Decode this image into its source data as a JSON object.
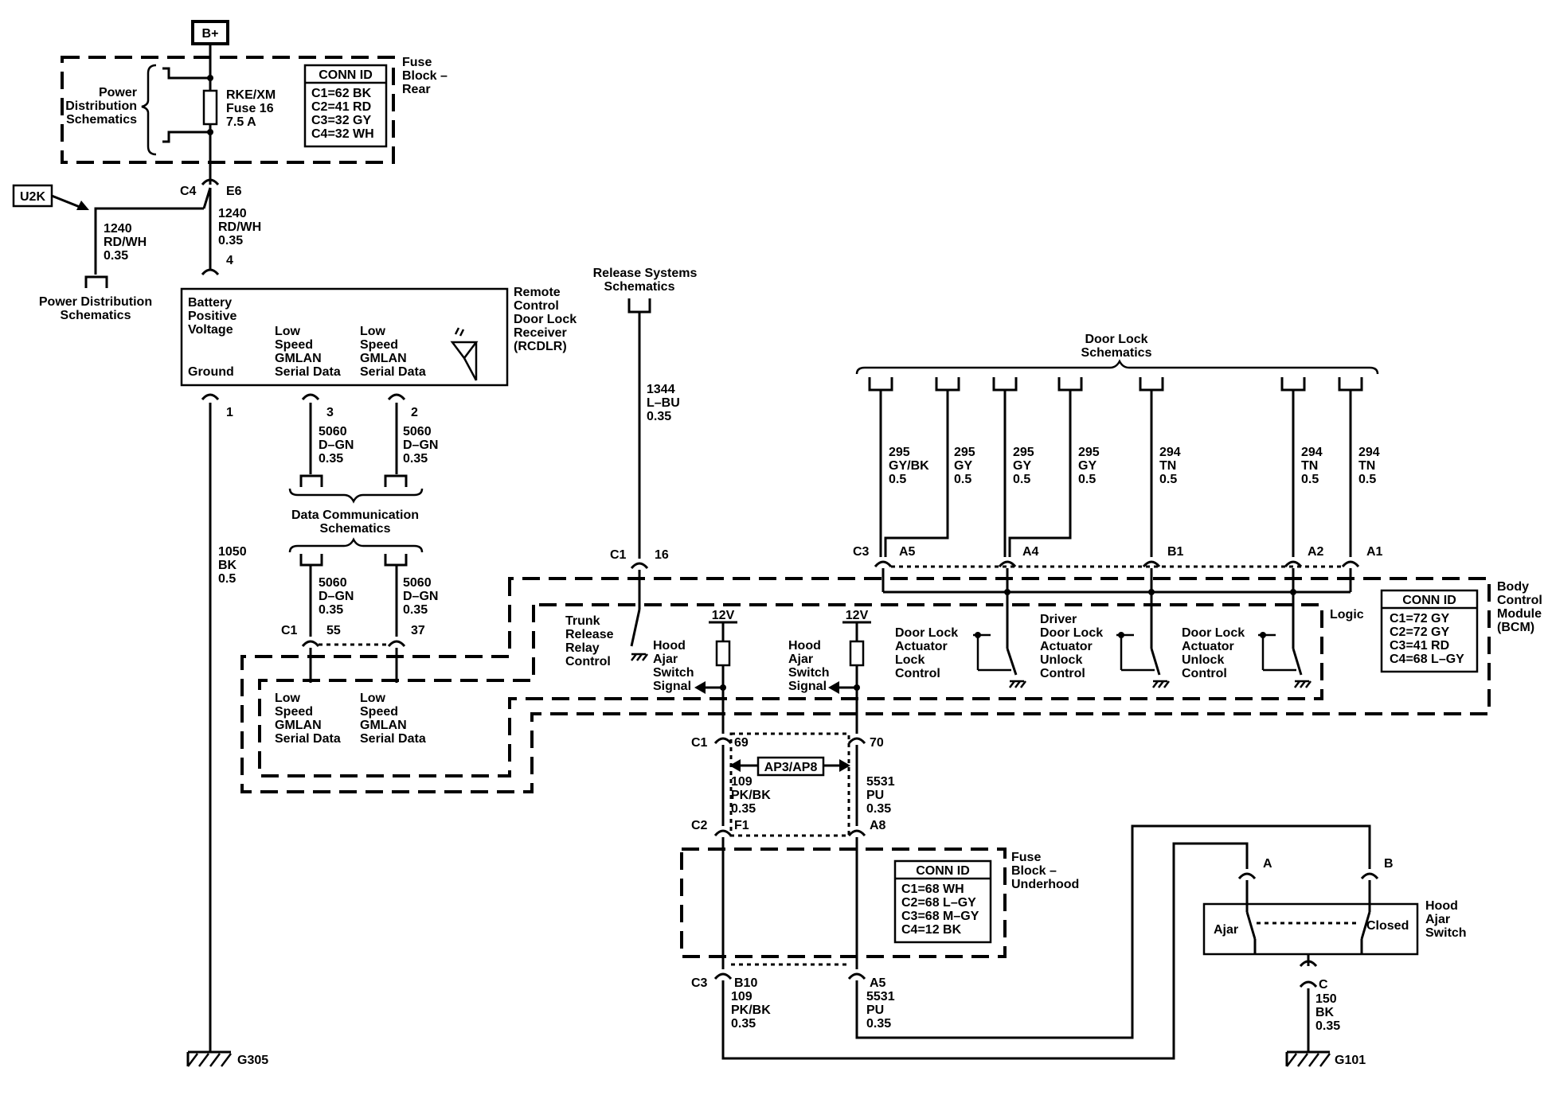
{
  "bplus": "B+",
  "u2k": "U2K",
  "fuse_block_rear": {
    "label": [
      "Fuse",
      "Block –",
      "Rear"
    ],
    "power_dist": [
      "Power",
      "Distribution",
      "Schematics"
    ],
    "fuse": [
      "RKE/XM",
      "Fuse 16",
      "7.5 A"
    ],
    "conn_id_title": "CONN ID",
    "conn_id": [
      "C1=62 BK",
      "C2=41 RD",
      "C3=32 GY",
      "C4=32 WH"
    ]
  },
  "c4_e6": {
    "c": "C4",
    "p": "E6"
  },
  "wire_1240_left": [
    "1240",
    "RD/WH",
    "0.35"
  ],
  "wire_1240_right": [
    "1240",
    "RD/WH",
    "0.35"
  ],
  "power_dist_bottom": [
    "Power Distribution",
    "Schematics"
  ],
  "rcdlr": {
    "pin_top": "4",
    "label": [
      "Remote",
      "Control",
      "Door Lock",
      "Receiver",
      "(RCDLR)"
    ],
    "batt": [
      "Battery",
      "Positive",
      "Voltage"
    ],
    "ground": "Ground",
    "gmlan1": [
      "Low",
      "Speed",
      "GMLAN",
      "Serial Data"
    ],
    "gmlan2": [
      "Low",
      "Speed",
      "GMLAN",
      "Serial Data"
    ],
    "pins": [
      "1",
      "3",
      "2"
    ]
  },
  "wire_5060_a": [
    "5060",
    "D–GN",
    "0.35"
  ],
  "wire_5060_b": [
    "5060",
    "D–GN",
    "0.35"
  ],
  "wire_5060_c": [
    "5060",
    "D–GN",
    "0.35"
  ],
  "wire_5060_d": [
    "5060",
    "D–GN",
    "0.35"
  ],
  "data_comm": [
    "Data Communication",
    "Schematics"
  ],
  "wire_1050": [
    "1050",
    "BK",
    "0.5"
  ],
  "g305": "G305",
  "bcm_c1_left": {
    "c": "C1",
    "p1": "55",
    "p2": "37"
  },
  "bcm_gmlan1": [
    "Low",
    "Speed",
    "GMLAN",
    "Serial Data"
  ],
  "bcm_gmlan2": [
    "Low",
    "Speed",
    "GMLAN",
    "Serial Data"
  ],
  "release_systems": [
    "Release Systems",
    "Schematics"
  ],
  "wire_1344": [
    "1344",
    "L–BU",
    "0.35"
  ],
  "bcm_c1_16": {
    "c": "C1",
    "p": "16"
  },
  "trunk_release": [
    "Trunk",
    "Release",
    "Relay",
    "Control"
  ],
  "hood_ajar_1": [
    "Hood",
    "Ajar",
    "Switch",
    "Signal"
  ],
  "hood_ajar_2": [
    "Hood",
    "Ajar",
    "Switch",
    "Signal"
  ],
  "v12_1": "12V",
  "v12_2": "12V",
  "door_lock_schem": [
    "Door Lock",
    "Schematics"
  ],
  "wires_door": [
    [
      "295",
      "GY/BK",
      "0.5"
    ],
    [
      "295",
      "GY",
      "0.5"
    ],
    [
      "295",
      "GY",
      "0.5"
    ],
    [
      "295",
      "GY",
      "0.5"
    ],
    [
      "294",
      "TN",
      "0.5"
    ],
    [
      "294",
      "TN",
      "0.5"
    ],
    [
      "294",
      "TN",
      "0.5"
    ]
  ],
  "bcm_c3": {
    "c": "C3",
    "pins": [
      "A5",
      "A4",
      "B1",
      "A2",
      "A1"
    ]
  },
  "logic": "Logic",
  "bcm": {
    "label": [
      "Body",
      "Control",
      "Module",
      "(BCM)"
    ],
    "conn_id_title": "CONN ID",
    "conn_id": [
      "C1=72 GY",
      "C2=72 GY",
      "C3=41 RD",
      "C4=68 L–GY"
    ]
  },
  "door_lock_actuator_lock": [
    "Door Lock",
    "Actuator",
    "Lock",
    "Control"
  ],
  "driver_door_lock": [
    "Driver",
    "Door Lock",
    "Actuator",
    "Unlock",
    "Control"
  ],
  "door_lock_actuator_unlock": [
    "Door Lock",
    "Actuator",
    "Unlock",
    "Control"
  ],
  "bcm_c1_bottom": {
    "c": "C1",
    "p1": "69",
    "p2": "70"
  },
  "ap3ap8": "AP3/AP8",
  "wire_109_top": [
    "109",
    "PK/BK",
    "0.35"
  ],
  "wire_5531_top": [
    "5531",
    "PU",
    "0.35"
  ],
  "c2_f1_a8": {
    "c": "C2",
    "p1": "F1",
    "p2": "A8"
  },
  "fuse_block_underhood": {
    "label": [
      "Fuse",
      "Block –",
      "Underhood"
    ],
    "conn_id_title": "CONN ID",
    "conn_id": [
      "C1=68 WH",
      "C2=68 L–GY",
      "C3=68 M–GY",
      "C4=12 BK"
    ]
  },
  "c3_b10_a5": {
    "c": "C3",
    "p1": "B10",
    "p2": "A5"
  },
  "wire_109_bot": [
    "109",
    "PK/BK",
    "0.35"
  ],
  "wire_5531_bot": [
    "5531",
    "PU",
    "0.35"
  ],
  "hood_switch": {
    "label": [
      "Hood",
      "Ajar",
      "Switch"
    ],
    "pin_a": "A",
    "pin_b": "B",
    "pin_c": "C",
    "ajar": "Ajar",
    "closed": "Closed"
  },
  "wire_150": [
    "150",
    "BK",
    "0.35"
  ],
  "g101": "G101"
}
